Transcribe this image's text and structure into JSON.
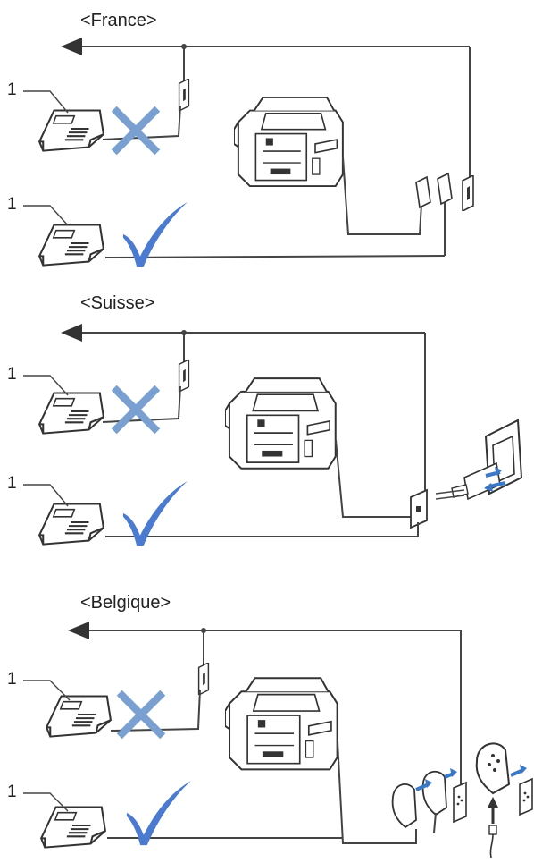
{
  "sections": [
    {
      "label": "<France>",
      "callout_top": "1",
      "callout_bottom": "1"
    },
    {
      "label": "<Suisse>",
      "callout_top": "1",
      "callout_bottom": "1"
    },
    {
      "label": "<Belgique>",
      "callout_top": "1",
      "callout_bottom": "1"
    }
  ],
  "colors": {
    "line": "#444444",
    "cross": "#7a9fd1",
    "check": "#4a7bd0",
    "arrow_blue": "#3b78c6",
    "device_fill": "#ffffff"
  }
}
